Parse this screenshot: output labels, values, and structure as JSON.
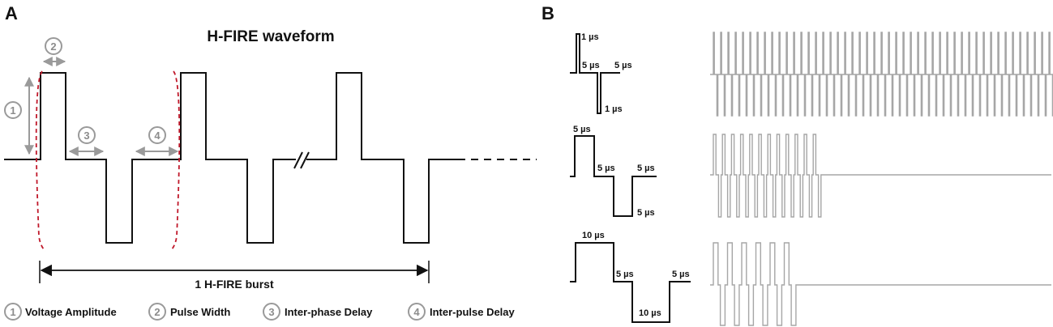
{
  "panels": {
    "a": "A",
    "b": "B"
  },
  "panel_a": {
    "title": "H-FIRE waveform",
    "burst_label": "1 H-FIRE burst",
    "markers": [
      "1",
      "2",
      "3",
      "4"
    ],
    "legend": [
      {
        "num": "1",
        "label": "Voltage Amplitude"
      },
      {
        "num": "2",
        "label": "Pulse Width"
      },
      {
        "num": "3",
        "label": "Inter-phase Delay"
      },
      {
        "num": "4",
        "label": "Inter-pulse Delay"
      }
    ],
    "colors": {
      "waveform": "#111111",
      "arrows": "#9a9a9a",
      "highlight": "#c0192b"
    }
  },
  "panel_b": {
    "rows": [
      {
        "pulse_width": "1 µs",
        "inter_phase_delay": "5 µs",
        "inter_pulse_delay": "5 µs",
        "pulse_width_neg": "1 µs"
      },
      {
        "pulse_width": "5 µs",
        "inter_phase_delay": "5 µs",
        "inter_pulse_delay": "5 µs",
        "pulse_width_neg": "5 µs"
      },
      {
        "pulse_width": "10 µs",
        "inter_phase_delay": "5 µs",
        "inter_pulse_delay": "5 µs",
        "pulse_width_neg": "10 µs"
      }
    ],
    "colors": {
      "trace": "#a6a6a6"
    }
  }
}
